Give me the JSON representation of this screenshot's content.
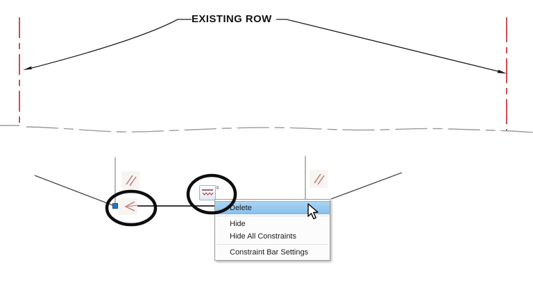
{
  "drawing": {
    "label_existing_row": "EXISTING ROW"
  },
  "constraint_bar": {
    "icon": "collinear-constraint-icon",
    "close_label": "x"
  },
  "constraint_icons": {
    "left_glyph": "parallel",
    "right_glyph": "parallel",
    "circled_glyph": "coincident-angle"
  },
  "context_menu": {
    "items": [
      {
        "label": "Delete",
        "highlighted": true
      },
      {
        "label": "Hide",
        "highlighted": false
      },
      {
        "label": "Hide All Constraints",
        "highlighted": false
      },
      {
        "label": "Constraint Bar Settings",
        "highlighted": false
      }
    ]
  },
  "colors": {
    "row_line_red": "#cc4d4f",
    "boundary_gray": "#9a9a9a",
    "geometry_gray": "#4d4d4d",
    "menu_highlight": "#92c6ed",
    "grip_blue": "#2176c7",
    "annotation_black": "#0d0d0d",
    "faded_constraint_red": "#c08a8c"
  }
}
